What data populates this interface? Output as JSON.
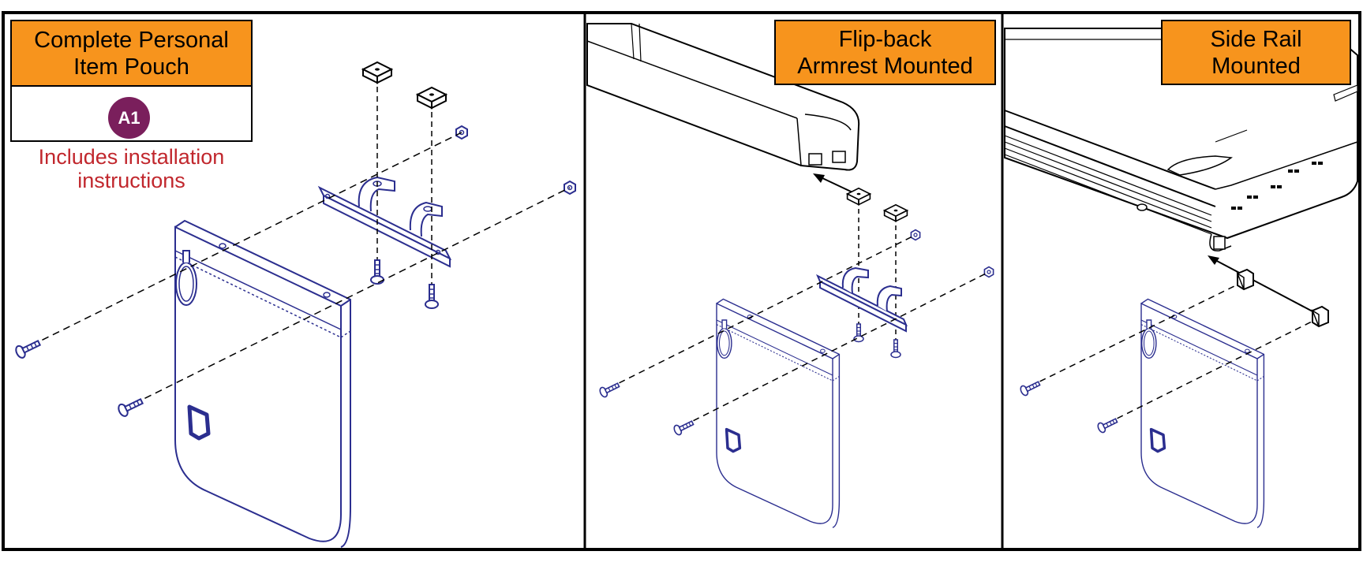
{
  "panels": [
    {
      "title_lines": [
        "Complete Personal",
        "Item Pouch"
      ],
      "badge": "A1",
      "note_lines": [
        "Includes installation",
        "instructions"
      ]
    },
    {
      "title_lines": [
        "Flip-back",
        "Armrest Mounted"
      ]
    },
    {
      "title_lines": [
        "Side Rail",
        "Mounted"
      ]
    }
  ],
  "colors": {
    "label_fill": "#f7941d",
    "badge_fill": "#7a1f5c",
    "note_text": "#c1272d",
    "part_line": "#2b2e8f",
    "frame": "#000000"
  }
}
